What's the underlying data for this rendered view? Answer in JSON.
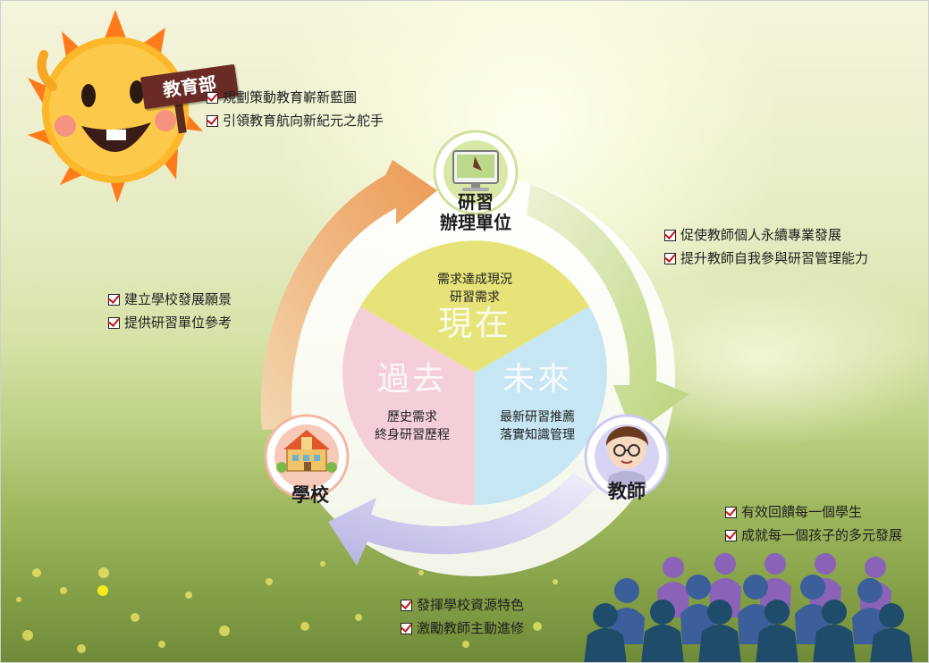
{
  "sun": {
    "sign_text": "教育部"
  },
  "ministry": {
    "items": [
      "規劃策動教育嶄新藍圖",
      "引領教育航向新紀元之舵手"
    ]
  },
  "nodes": {
    "training": {
      "line1": "研習",
      "line2": "辦理單位"
    },
    "teacher": {
      "label": "教師"
    },
    "school": {
      "label": "學校"
    }
  },
  "center": {
    "present": {
      "title": "現在",
      "desc1": "需求達成現況",
      "desc2": "研習需求"
    },
    "past": {
      "title": "過去",
      "desc1": "歷史需求",
      "desc2": "終身研習歷程"
    },
    "future": {
      "title": "未來",
      "desc1": "最新研習推薦",
      "desc2": "落實知識管理"
    }
  },
  "callouts": {
    "training_right": [
      "促使教師個人永續專業發展",
      "提升教師自我參與研習管理能力"
    ],
    "school_left": [
      "建立學校發展願景",
      "提供研習單位參考"
    ],
    "teacher_right": [
      "有效回饋每一個學生",
      "成就每一個孩子的多元發展"
    ],
    "bottom": [
      "發揮學校資源特色",
      "激勵教師主動進修"
    ]
  },
  "colors": {
    "present_segment": "#e6e478",
    "past_segment": "#f4cfd8",
    "future_segment": "#c6e6f4",
    "arrow_orange": "#eca86a",
    "arrow_green": "#c6db8a",
    "arrow_lavender": "#c9c7ea",
    "sun": "#fcb82a",
    "sign": "#6a2b26",
    "check": "#c0181b"
  },
  "icons": [
    "sun-mascot",
    "monitor-icon",
    "school-building-icon",
    "teacher-avatar-icon",
    "children-silhouette-icon",
    "checkbox-icon"
  ]
}
